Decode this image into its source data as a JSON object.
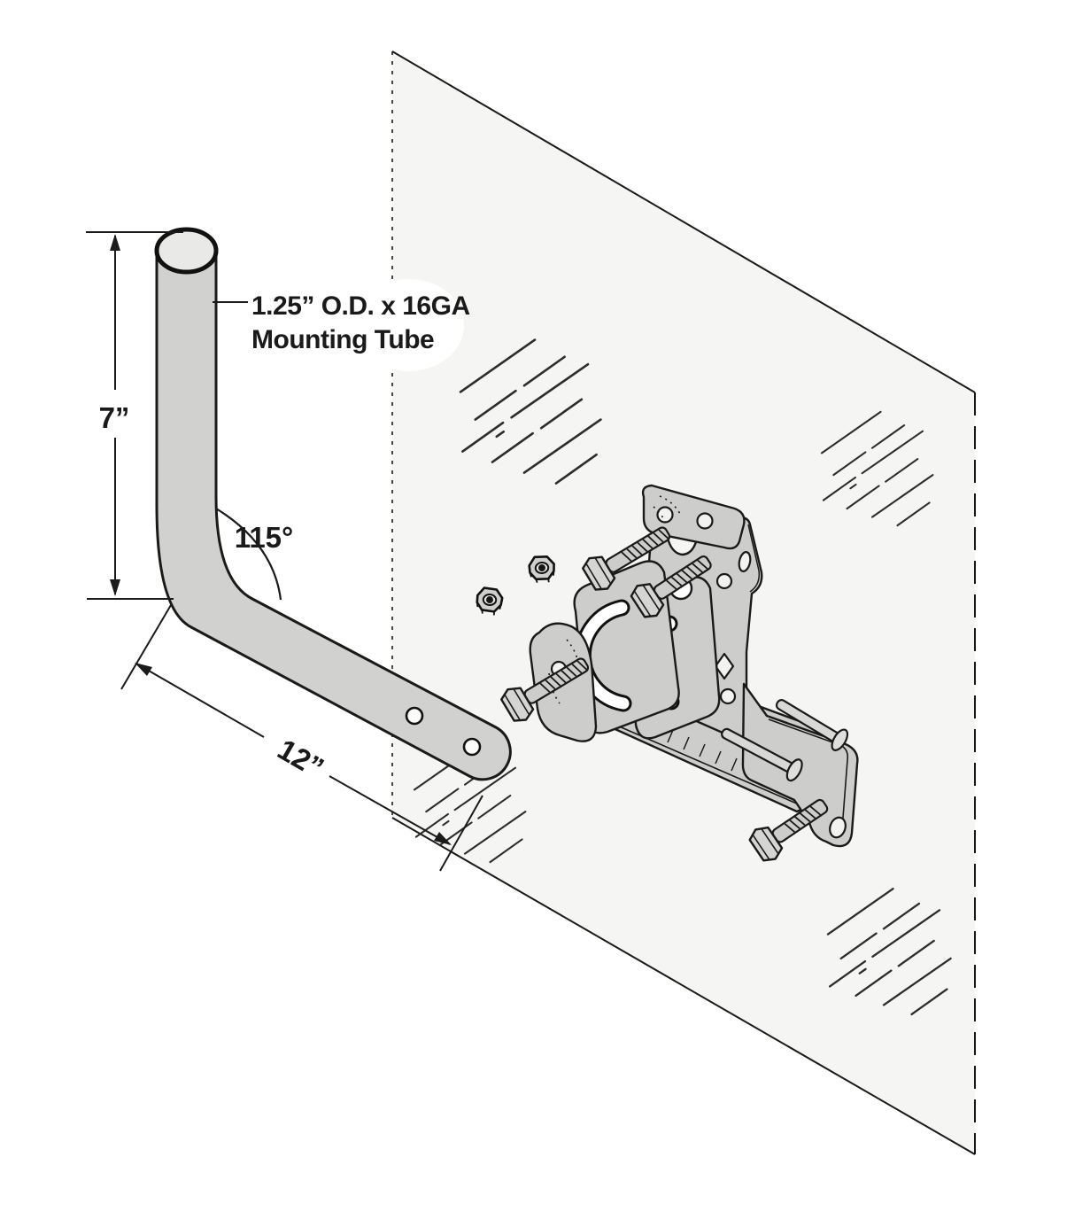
{
  "diagram": {
    "type": "exploded-assembly-technical-drawing",
    "label_tube": {
      "line1": "1.25” O.D. x 16GA",
      "line2": "Mounting Tube"
    },
    "dim_7": "7”",
    "dim_angle": "115°",
    "dim_12": "12”",
    "colors": {
      "metal": "#cdcdcb",
      "metal_light": "#d8d8d6",
      "panel": "#f5f5f3",
      "line": "#1a1a1a",
      "background": "#ffffff"
    }
  }
}
